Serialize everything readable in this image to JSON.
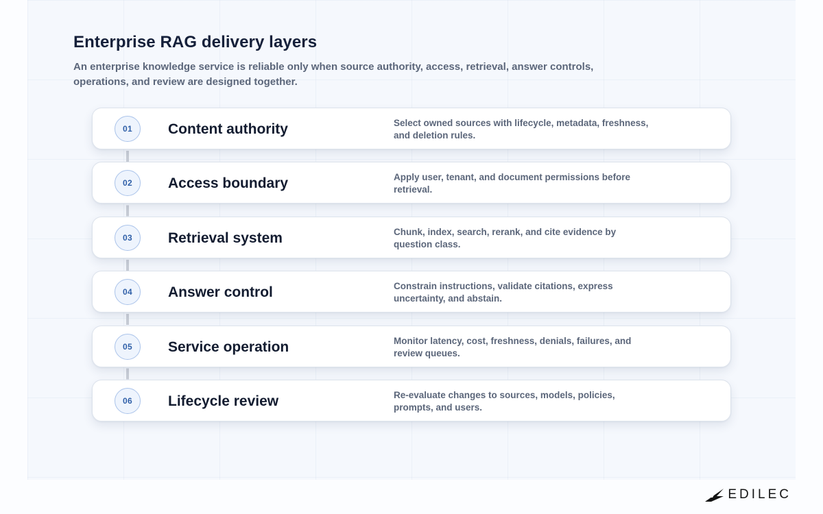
{
  "header": {
    "title": "Enterprise RAG delivery layers",
    "subtitle": "An enterprise knowledge service is reliable only when source authority, access, retrieval, answer controls, operations, and review are designed together."
  },
  "layers": [
    {
      "number": "01",
      "title": "Content authority",
      "description": "Select owned sources with lifecycle, metadata, freshness, and deletion rules."
    },
    {
      "number": "02",
      "title": "Access boundary",
      "description": "Apply user, tenant, and document permissions before retrieval."
    },
    {
      "number": "03",
      "title": "Retrieval system",
      "description": "Chunk, index, search, rerank, and cite evidence by question class."
    },
    {
      "number": "04",
      "title": "Answer control",
      "description": "Constrain instructions, validate citations, express uncertainty, and abstain."
    },
    {
      "number": "05",
      "title": "Service operation",
      "description": "Monitor latency, cost, freshness, denials, failures, and review queues."
    },
    {
      "number": "06",
      "title": "Lifecycle review",
      "description": "Re-evaluate changes to sources, models, policies, prompts, and users."
    }
  ],
  "brand": {
    "name": "EDILEC",
    "icon": "edilec-logo-icon"
  },
  "colors": {
    "accent": "#2f5fa8",
    "badge_fill": "#eef4fd",
    "badge_border": "#aac3ea",
    "title_text": "#15203a",
    "body_text": "#5b667a",
    "connector": "#c9ced7"
  }
}
